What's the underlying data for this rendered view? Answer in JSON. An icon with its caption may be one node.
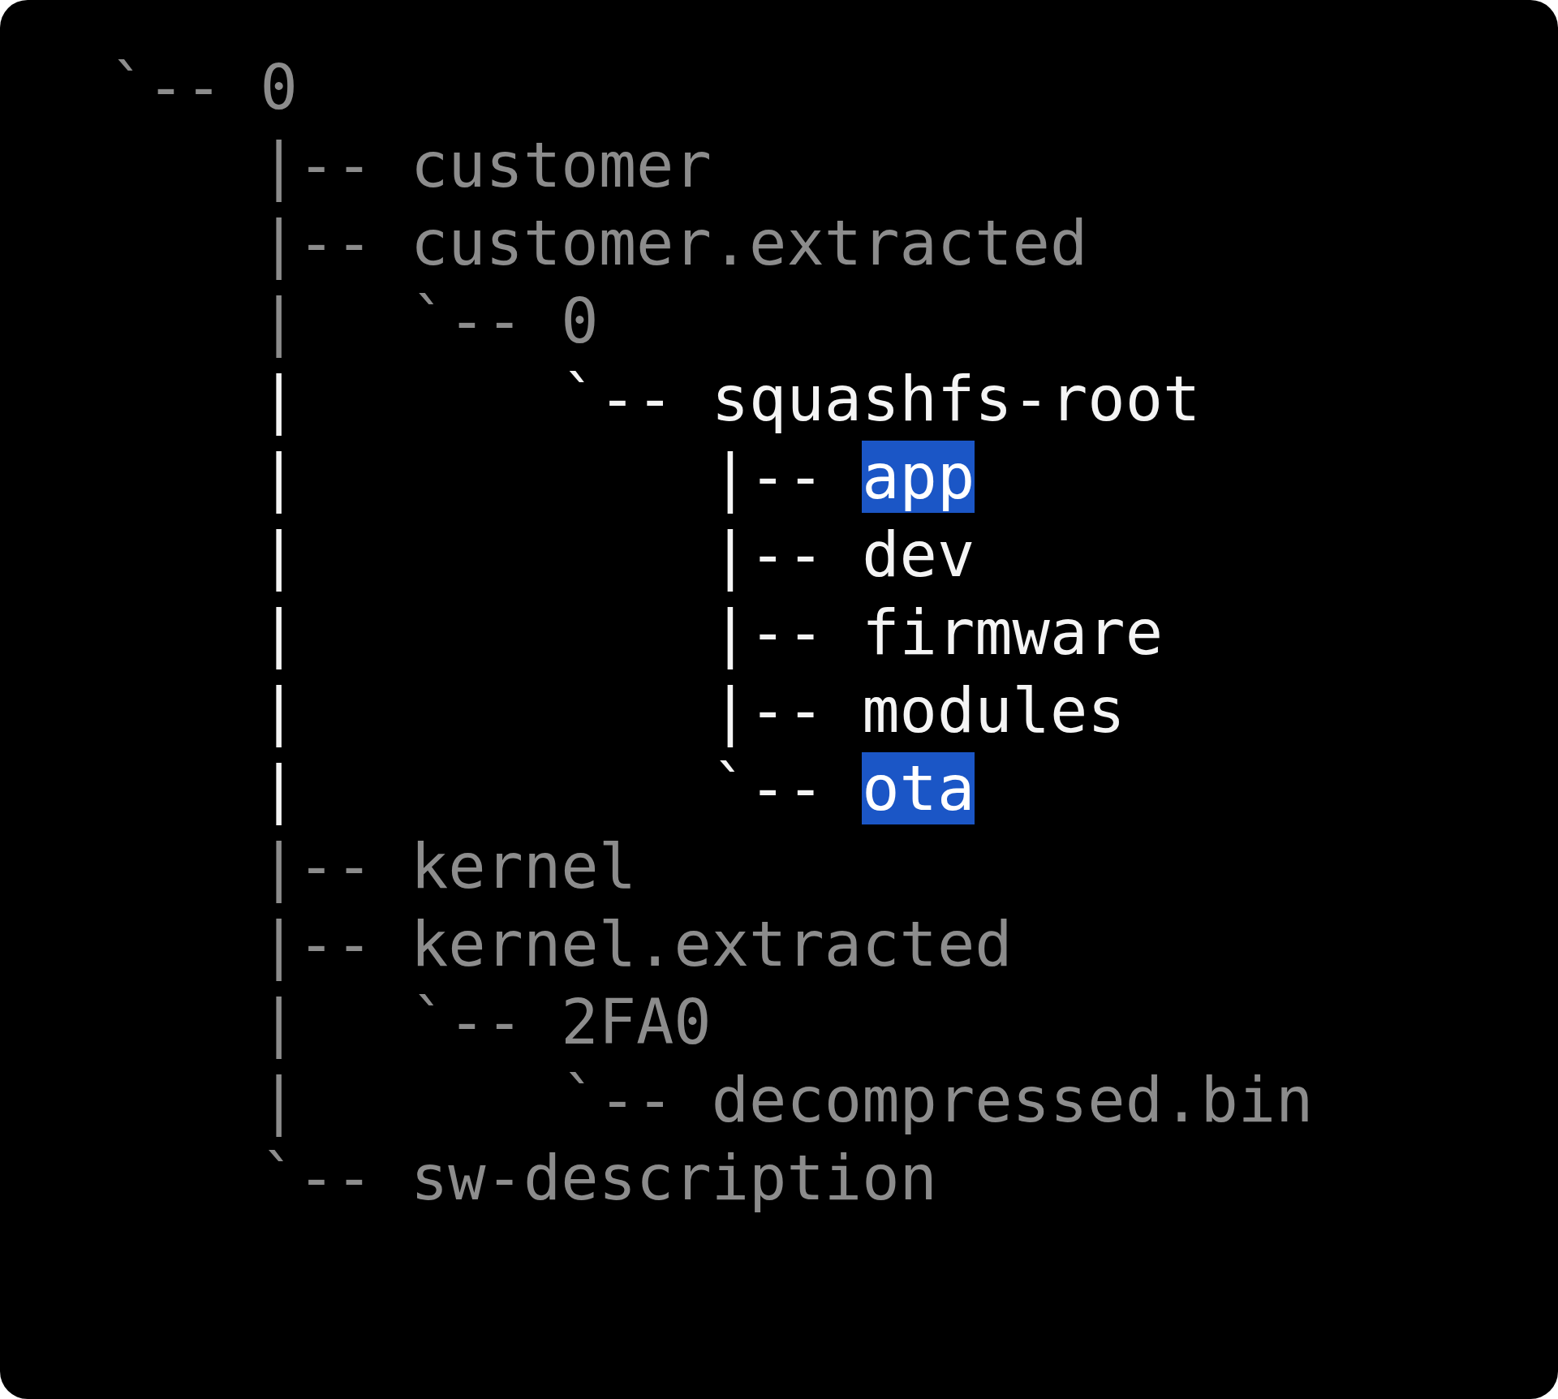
{
  "diagram": {
    "labels": [
      "`-- 0",
      "    |-- customer",
      "    |-- customer.extracted",
      "    |   `-- 0",
      "    |       `-- squashfs-root",
      "    |           |-- app",
      "    |           |-- dev",
      "    |           |-- firmware",
      "    |           |-- modules",
      "    |           `-- ota",
      "    |-- kernel",
      "    |-- kernel.extracted",
      "    |   `-- 2FA0",
      "    |       `-- decompressed.bin",
      "    `-- sw-description"
    ]
  }
}
